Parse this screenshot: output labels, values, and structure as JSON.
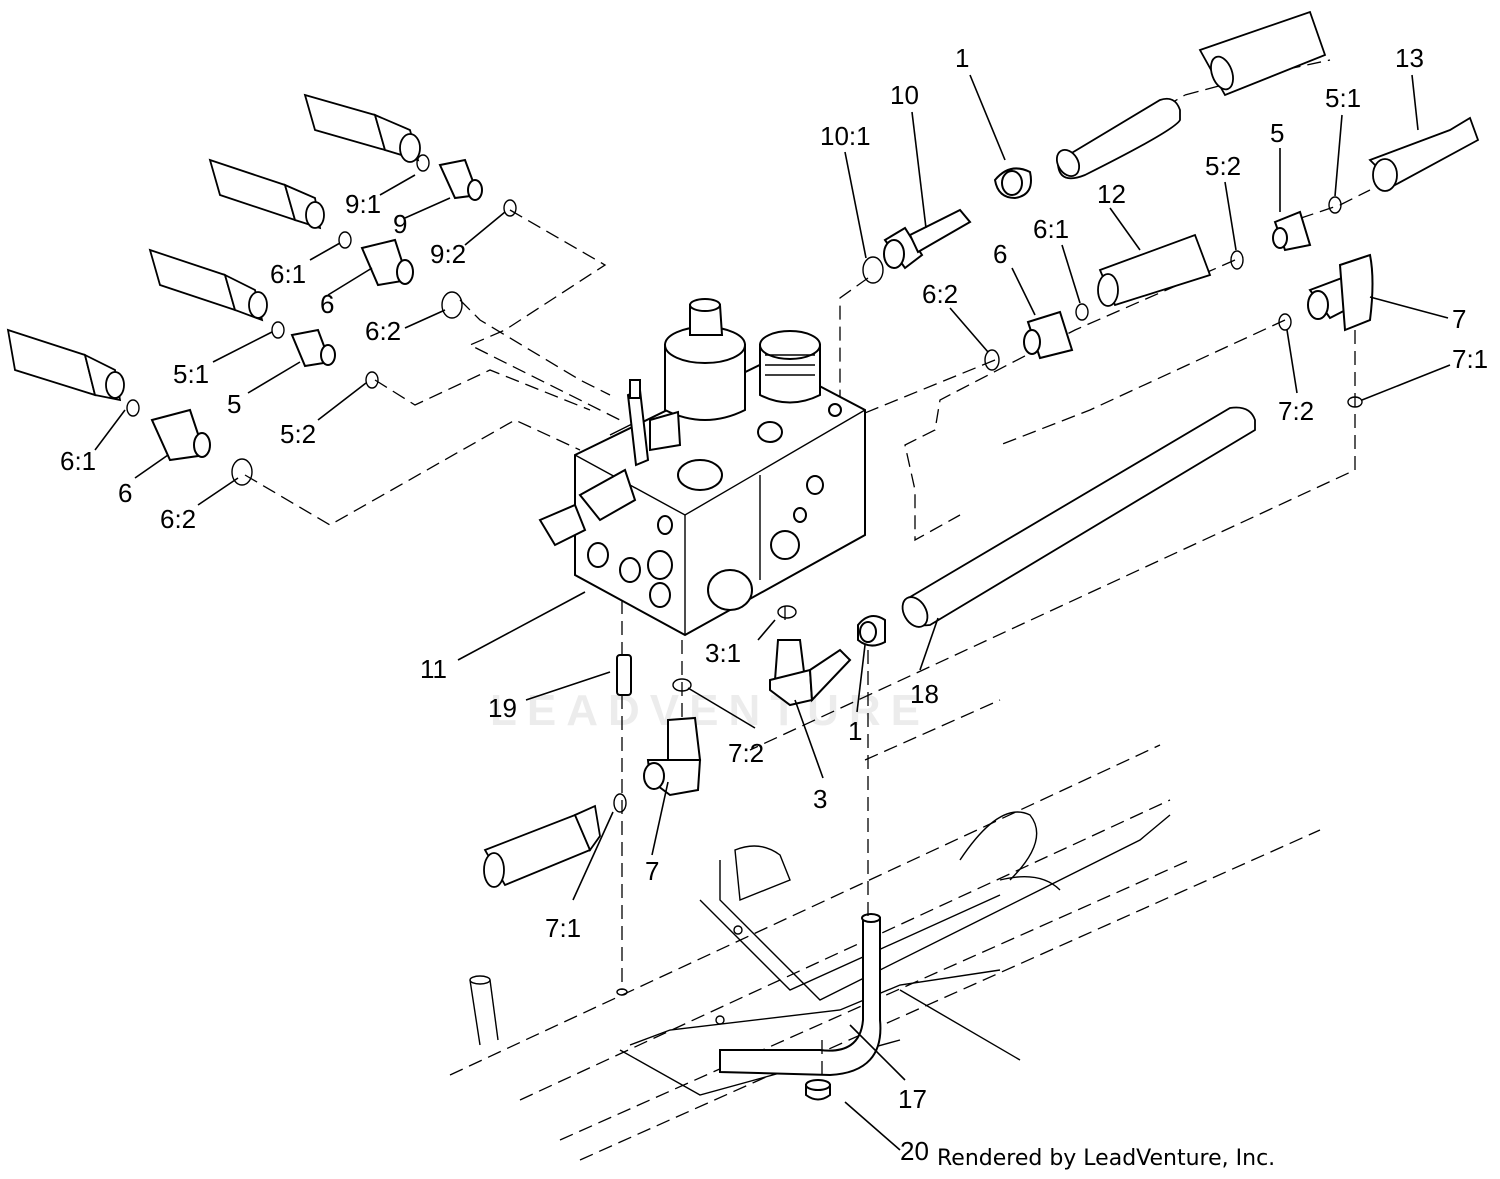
{
  "callouts": {
    "c_1_top": "1",
    "c_10": "10",
    "c_10_1": "10:1",
    "c_13": "13",
    "c_5_1_r": "5:1",
    "c_5_r": "5",
    "c_5_2_r": "5:2",
    "c_12": "12",
    "c_6_1_r": "6:1",
    "c_6_r": "6",
    "c_6_2_r": "6:2",
    "c_7_r": "7",
    "c_7_1_r": "7:1",
    "c_7_2_r": "7:2",
    "c_9_1": "9:1",
    "c_9": "9",
    "c_9_2": "9:2",
    "c_6_1_a": "6:1",
    "c_6_a": "6",
    "c_6_2_a": "6:2",
    "c_5_1_l": "5:1",
    "c_5_l": "5",
    "c_5_2_l": "5:2",
    "c_6_1_b": "6:1",
    "c_6_b": "6",
    "c_6_2_b": "6:2",
    "c_11": "11",
    "c_19": "19",
    "c_7_2_l": "7:2",
    "c_3_1": "3:1",
    "c_3": "3",
    "c_1_low": "1",
    "c_18": "18",
    "c_7_l": "7",
    "c_7_1_l": "7:1",
    "c_17": "17",
    "c_20": "20"
  },
  "credit": "Rendered by LeadVenture, Inc.",
  "watermark": "LEADVENTURE",
  "icons": [
    "manifold-block",
    "solenoid-coil",
    "hydraulic-hose-fitting",
    "o-ring",
    "elbow-fitting",
    "hose-clamp",
    "frame-rail",
    "j-bolt",
    "flange-nut"
  ]
}
